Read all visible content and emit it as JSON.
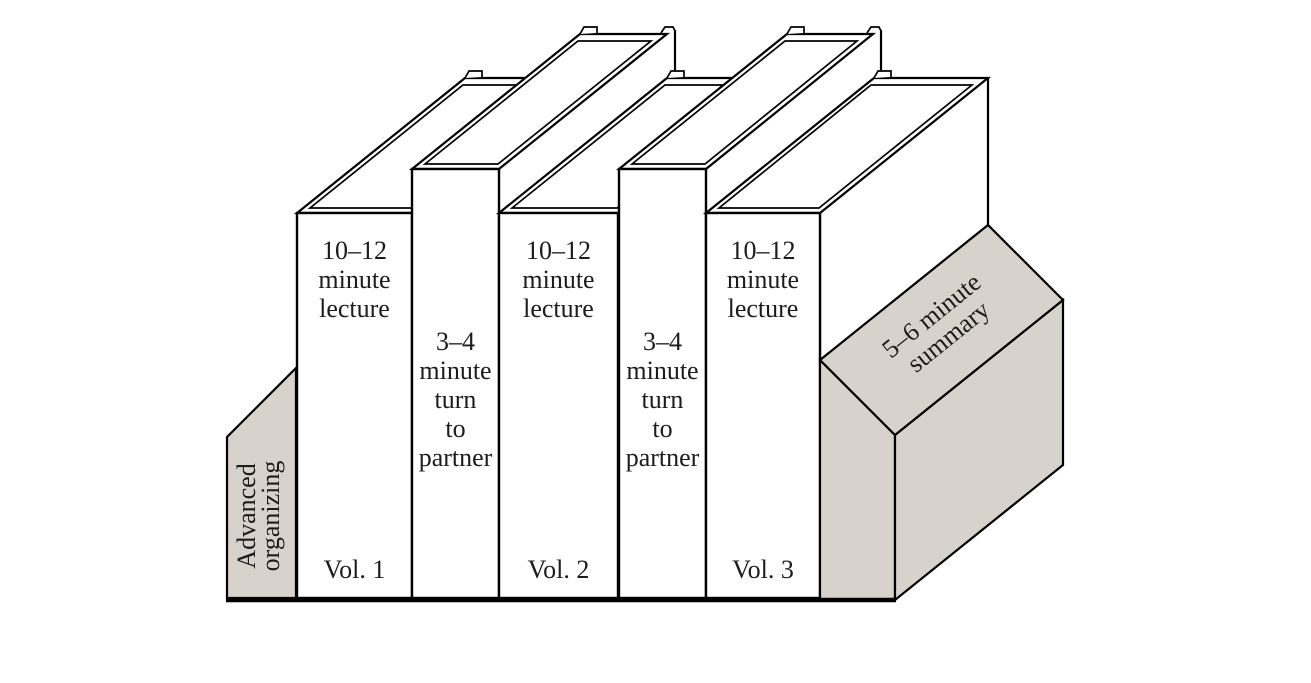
{
  "diagram": {
    "description": "Bookshelf metaphor of a lecture plan: three lecture volumes separated by short partner-turn activities, held between organizing and summary bookends",
    "background": "#ffffff",
    "line_color": "#000000",
    "text_color": "#1c1c1c",
    "book_fill": "#ffffff",
    "bookend_fill": "#d8d2cd",
    "left_bookend": {
      "line1": "Advanced",
      "line2": "organizing"
    },
    "right_bookend": {
      "line1": "5–6 minute",
      "line2": "summary"
    },
    "lecture_books": [
      {
        "line1": "10–12",
        "line2": "minute",
        "line3": "lecture",
        "volume": "Vol. 1"
      },
      {
        "line1": "10–12",
        "line2": "minute",
        "line3": "lecture",
        "volume": "Vol. 2"
      },
      {
        "line1": "10–12",
        "line2": "minute",
        "line3": "lecture",
        "volume": "Vol. 3"
      }
    ],
    "turn_books": [
      {
        "line1": "3–4",
        "line2": "minute",
        "line3": "turn",
        "line4": "to",
        "line5": "partner"
      },
      {
        "line1": "3–4",
        "line2": "minute",
        "line3": "turn",
        "line4": "to",
        "line5": "partner"
      }
    ]
  }
}
